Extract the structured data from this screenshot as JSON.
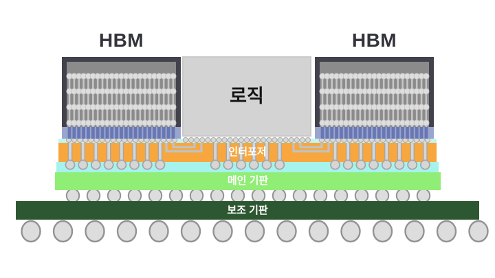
{
  "title": "HBM 2.5D package cross-section diagram",
  "labels": {
    "hbm_left": "HBM",
    "hbm_right": "HBM",
    "logic": "로직",
    "interposer": "인터포저",
    "main_board": "메인 기판",
    "sub_board": "보조 기판"
  },
  "colors": {
    "background": "#ffffff",
    "hbm_frame": "#42424C",
    "hbm_die": "#8B8B8B",
    "tsv_bump": "#DEDEDE",
    "tsv_stem": "#C6C6C6",
    "base_die_bg": "#9AA5CE",
    "base_die_bar": "#6877B3",
    "logic_fill": "#D3D3D3",
    "logic_border": "#C9C9C9",
    "microbump_fill": "#D9D9D9",
    "microbump_border": "#ACACAC",
    "interposer_body": "#F7A73E",
    "top_passivation": "#C2F5F2",
    "under_layer": "#A6F3EE",
    "via_fill": "#D6D6D6",
    "via_border": "#A6A6A6",
    "trace": "#C2C2C2",
    "main_board": "#90ED75",
    "sub_board": "#2D5730",
    "ball_fill": "#DDDDDD",
    "ball_border": "#929292",
    "hbm_label_text": "#33333B",
    "logic_label_text": "#141414",
    "band_label_text": "#FFFFFF"
  },
  "structure": {
    "hbm_stack_count": 2,
    "dram_layers_per_stack": 4,
    "tsv_columns_per_stack": 23,
    "base_die_bars_per_stack": 23,
    "microbumps_per_hbm": 20,
    "microbumps_under_logic": 23,
    "interposer_vias_per_hbm_side": 8,
    "interposer_vias_center": 6,
    "routing_traces_per_side": 2,
    "board_balls_row": 18,
    "bottom_balls_row": 15
  }
}
